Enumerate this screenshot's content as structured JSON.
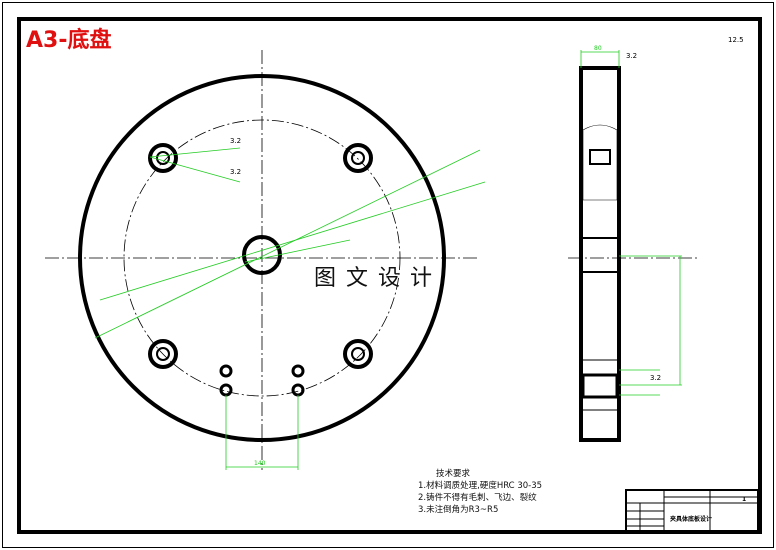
{
  "drawing": {
    "title": "A3-底盘",
    "watermark": "图文设计",
    "notes": {
      "heading": "技术要求",
      "items": [
        "1.材料调质处理,硬度HRC 30-35",
        "2.铸件不得有毛刺、飞边、裂纹",
        "3.未注倒角为R3~R5"
      ]
    },
    "title_block": {
      "name": "夹具体底板设计",
      "scale": "1"
    },
    "roughness": [
      "3.2",
      "3.2",
      "3.2",
      "3.2",
      "12.5"
    ],
    "dimensions": [
      "140",
      "80"
    ],
    "colors": {
      "title": "#e01010",
      "dimension": "#22cc22",
      "outline": "#000000"
    }
  }
}
